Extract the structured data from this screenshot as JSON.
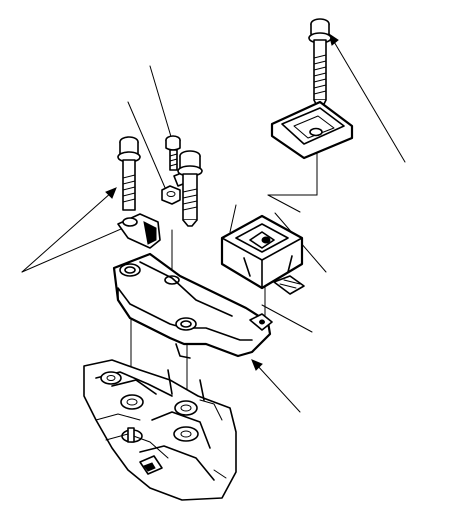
{
  "diagram": {
    "colors": {
      "ink": "#000000",
      "paper": "#ffffff"
    },
    "parts": [
      {
        "name": "long-mount-bolt"
      },
      {
        "name": "upper-mount-bracket"
      },
      {
        "name": "rubber-mount"
      },
      {
        "name": "mount-bracket-plate"
      },
      {
        "name": "small-bolt"
      },
      {
        "name": "nut"
      },
      {
        "name": "lower-left-bolt"
      },
      {
        "name": "lower-right-bolt"
      },
      {
        "name": "transmission-housing"
      }
    ],
    "callouts": 8
  }
}
